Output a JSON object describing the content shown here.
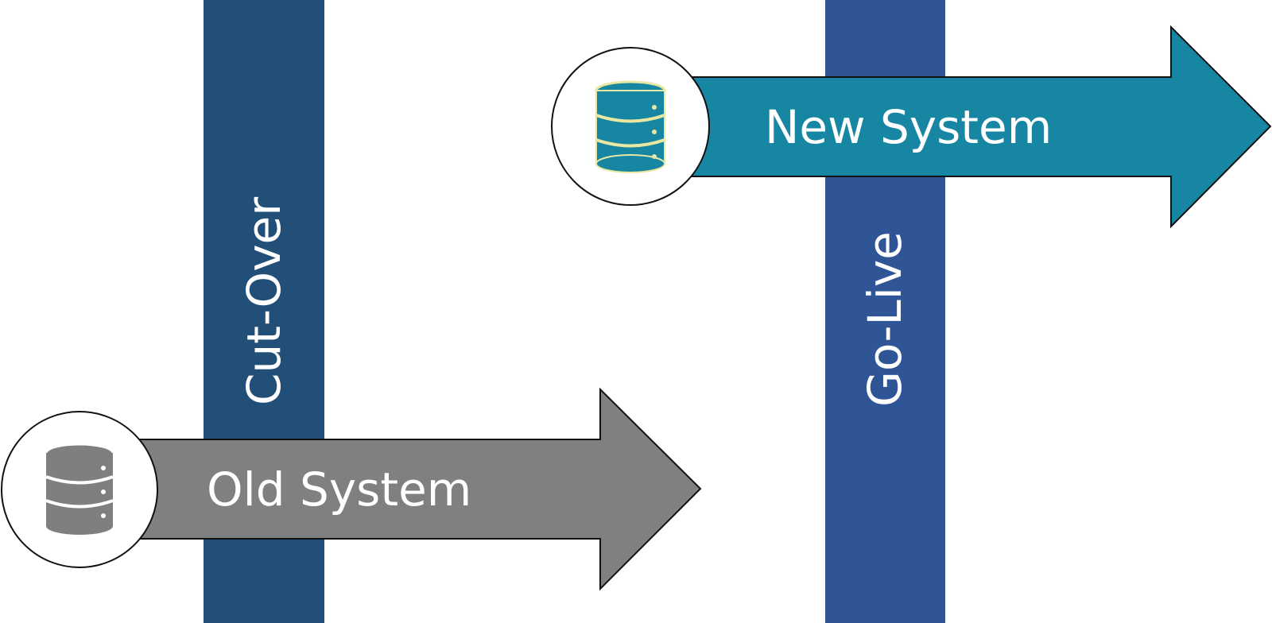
{
  "phases": {
    "cutover": {
      "label": "Cut-Over",
      "color": "#214f77"
    },
    "golive": {
      "label": "Go-Live",
      "color": "#2f5597"
    }
  },
  "systems": {
    "old": {
      "label": "Old System",
      "color": "#808080",
      "icon": "database-icon"
    },
    "new": {
      "label": "New System",
      "color": "#1786a3",
      "icon": "database-icon"
    }
  },
  "icon_colors": {
    "old": {
      "fill": "#7f7f7f",
      "line": "#ffffff"
    },
    "new": {
      "fill": "#1786a3",
      "line": "#e9e7a2"
    }
  }
}
